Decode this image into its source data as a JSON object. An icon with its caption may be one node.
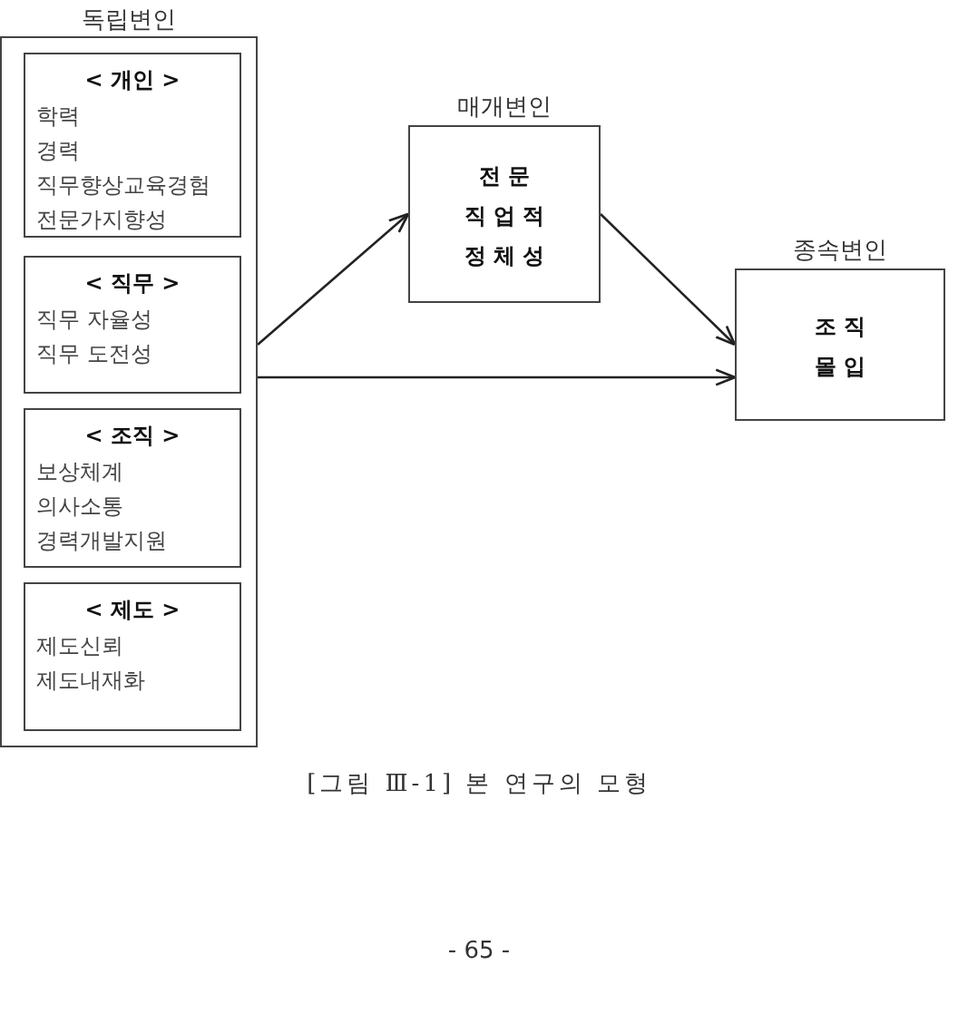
{
  "diagram": {
    "caption": "[그림 Ⅲ-1] 본 연구의 모형",
    "nodes": [
      {
        "text": [
          "독립변인"
        ]
      },
      {
        "text": [
          "< 개인 >",
          "학력",
          "경력",
          "직무향상교육경험",
          "전문가지향성"
        ],
        "in": 0
      },
      {
        "text": [
          "< 직무 >",
          "직무 자율성",
          "직무 도전성"
        ],
        "in": 0
      },
      {
        "text": [
          "< 조직 >",
          "보상체계",
          "의사소통",
          "경력개발지원"
        ],
        "in": 0
      },
      {
        "text": [
          "< 제도 >",
          "제도신뢰",
          "제도내재화"
        ],
        "in": 0
      },
      {
        "text": [
          "매개변인",
          "전 문",
          "직 업 적",
          "정 체 성"
        ]
      },
      {
        "text": [
          "종속변인",
          "조 직",
          "몰 입"
        ]
      }
    ],
    "edges": [
      {
        "from": 0,
        "to": 5,
        "arrow": "to"
      },
      {
        "from": 5,
        "to": 6,
        "arrow": "to"
      },
      {
        "from": 0,
        "to": 6,
        "arrow": "to"
      }
    ],
    "labels": [
      "- 65 -"
    ]
  }
}
